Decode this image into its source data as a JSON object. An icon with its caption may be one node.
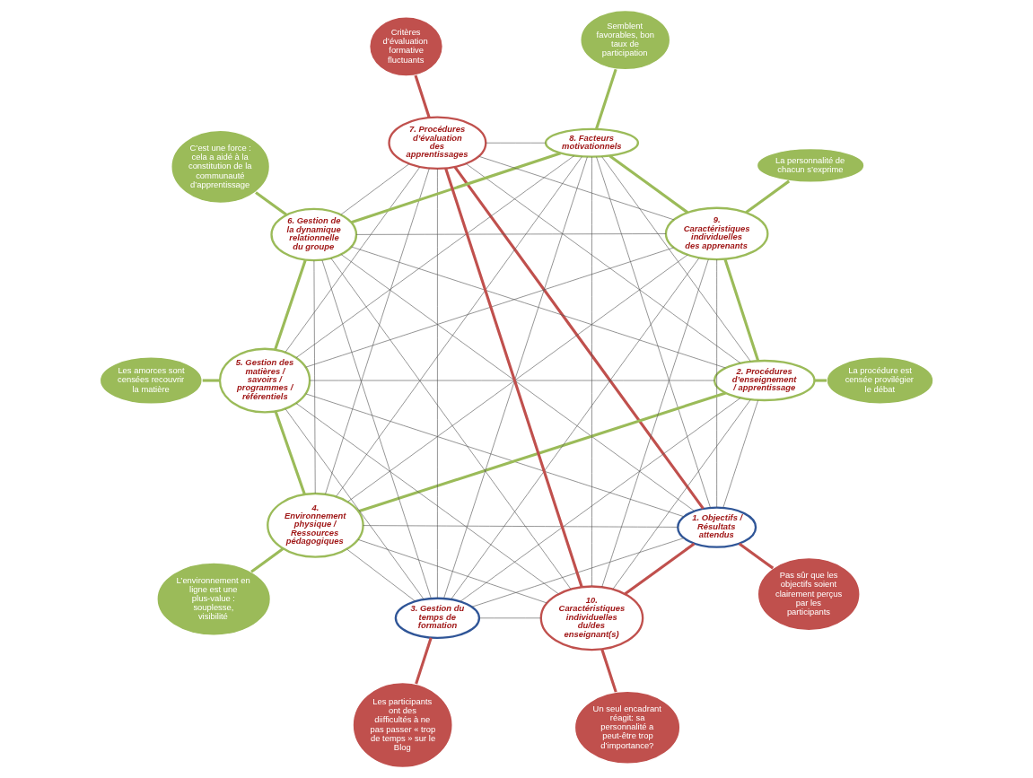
{
  "diagram": {
    "nodes": [
      {
        "text": [
          "1. Objectifs / Résultats attendus"
        ]
      },
      {
        "text": [
          "2. Procédures d’enseignement / apprentissage"
        ]
      },
      {
        "text": [
          "3. Gestion du temps de formation"
        ]
      },
      {
        "text": [
          "4. Environnement physique / Ressources pédagogiques"
        ]
      },
      {
        "text": [
          "5. Gestion des matières / savoirs / programmes / référentiels"
        ]
      },
      {
        "text": [
          "6. Gestion de la dynamique relationnelle du groupe"
        ]
      },
      {
        "text": [
          "7. Procédures d’évaluation des apprentissages"
        ]
      },
      {
        "text": [
          "8. Facteurs motivationnels"
        ]
      },
      {
        "text": [
          "9. Caractéristiques individuelles des apprenants"
        ]
      },
      {
        "text": [
          "10. Caractéristiques individuelles du/des enseignant(s)"
        ]
      },
      {
        "text": [
          "Un seul encadrant réagit: sa personnalité a peut-être trop d’importance?"
        ]
      },
      {
        "text": [
          "Pas sûr que les objectifs soient clairement perçus par les participants"
        ]
      },
      {
        "text": [
          "La procédure est censée provilégier le débat"
        ]
      },
      {
        "text": [
          "Les participants ont des diifficultés à ne pas passer « trop de temps » sur le Blog"
        ]
      },
      {
        "text": [
          "La personnalité de chacun s’exprime"
        ]
      },
      {
        "text": [
          "L’environnement en ligne est une plus-value : souplesse, visibilité"
        ]
      },
      {
        "text": [
          "Semblent favorables, bon taux de participation"
        ]
      },
      {
        "text": [
          "Les amorces sont censées recouvrir la matière"
        ]
      },
      {
        "text": [
          "Critères d’évaluation formative fluctuants"
        ]
      },
      {
        "text": [
          "C’est une force : cela a aidé à la constitution de la communauté d’apprentissage"
        ]
      }
    ],
    "edges": [
      {
        "from": 0,
        "to": 1,
        "arrow": "none"
      },
      {
        "from": 0,
        "to": 2,
        "arrow": "none"
      },
      {
        "from": 0,
        "to": 3,
        "arrow": "none"
      },
      {
        "from": 0,
        "to": 4,
        "arrow": "none"
      },
      {
        "from": 0,
        "to": 5,
        "arrow": "none"
      },
      {
        "from": 0,
        "to": 6,
        "arrow": "none",
        "style": "thick",
        "color": "#c0504d"
      },
      {
        "from": 0,
        "to": 7,
        "arrow": "none"
      },
      {
        "from": 0,
        "to": 8,
        "arrow": "none"
      },
      {
        "from": 0,
        "to": 9,
        "arrow": "none",
        "style": "thick",
        "color": "#c0504d"
      },
      {
        "from": 1,
        "to": 2,
        "arrow": "none"
      },
      {
        "from": 1,
        "to": 3,
        "arrow": "none",
        "style": "thick",
        "color": "#9bbb59"
      },
      {
        "from": 1,
        "to": 4,
        "arrow": "none"
      },
      {
        "from": 1,
        "to": 5,
        "arrow": "none"
      },
      {
        "from": 1,
        "to": 6,
        "arrow": "none"
      },
      {
        "from": 1,
        "to": 7,
        "arrow": "none"
      },
      {
        "from": 1,
        "to": 8,
        "arrow": "none",
        "style": "thick",
        "color": "#9bbb59"
      },
      {
        "from": 1,
        "to": 9,
        "arrow": "none"
      },
      {
        "from": 2,
        "to": 3,
        "arrow": "none"
      },
      {
        "from": 2,
        "to": 4,
        "arrow": "none"
      },
      {
        "from": 2,
        "to": 5,
        "arrow": "none"
      },
      {
        "from": 2,
        "to": 6,
        "arrow": "none"
      },
      {
        "from": 2,
        "to": 7,
        "arrow": "none"
      },
      {
        "from": 2,
        "to": 8,
        "arrow": "none"
      },
      {
        "from": 2,
        "to": 9,
        "arrow": "none"
      },
      {
        "from": 3,
        "to": 4,
        "arrow": "none",
        "style": "thick",
        "color": "#9bbb59"
      },
      {
        "from": 3,
        "to": 5,
        "arrow": "none"
      },
      {
        "from": 3,
        "to": 6,
        "arrow": "none"
      },
      {
        "from": 3,
        "to": 7,
        "arrow": "none"
      },
      {
        "from": 3,
        "to": 8,
        "arrow": "none"
      },
      {
        "from": 3,
        "to": 9,
        "arrow": "none"
      },
      {
        "from": 4,
        "to": 5,
        "arrow": "none",
        "style": "thick",
        "color": "#9bbb59"
      },
      {
        "from": 4,
        "to": 6,
        "arrow": "none"
      },
      {
        "from": 4,
        "to": 7,
        "arrow": "none"
      },
      {
        "from": 4,
        "to": 8,
        "arrow": "none"
      },
      {
        "from": 4,
        "to": 9,
        "arrow": "none"
      },
      {
        "from": 5,
        "to": 6,
        "arrow": "none"
      },
      {
        "from": 5,
        "to": 7,
        "arrow": "none",
        "style": "thick",
        "color": "#9bbb59"
      },
      {
        "from": 5,
        "to": 8,
        "arrow": "none"
      },
      {
        "from": 5,
        "to": 9,
        "arrow": "none"
      },
      {
        "from": 6,
        "to": 7,
        "arrow": "none"
      },
      {
        "from": 6,
        "to": 8,
        "arrow": "none"
      },
      {
        "from": 6,
        "to": 9,
        "arrow": "none",
        "style": "thick",
        "color": "#c0504d"
      },
      {
        "from": 7,
        "to": 8,
        "arrow": "none",
        "style": "thick",
        "color": "#9bbb59"
      },
      {
        "from": 7,
        "to": 9,
        "arrow": "none"
      },
      {
        "from": 8,
        "to": 9,
        "arrow": "none"
      },
      {
        "from": 10,
        "to": 9,
        "arrow": "none",
        "style": "thick",
        "color": "#c0504d"
      },
      {
        "from": 11,
        "to": 0,
        "arrow": "none",
        "style": "thick",
        "color": "#c0504d"
      },
      {
        "from": 12,
        "to": 1,
        "arrow": "none",
        "style": "thick",
        "color": "#9bbb59"
      },
      {
        "from": 13,
        "to": 2,
        "arrow": "none",
        "style": "thick",
        "color": "#c0504d"
      },
      {
        "from": 14,
        "to": 8,
        "arrow": "none",
        "style": "thick",
        "color": "#9bbb59"
      },
      {
        "from": 15,
        "to": 3,
        "arrow": "none",
        "style": "thick",
        "color": "#9bbb59"
      },
      {
        "from": 16,
        "to": 7,
        "arrow": "none",
        "style": "thick",
        "color": "#9bbb59"
      },
      {
        "from": 17,
        "to": 4,
        "arrow": "none",
        "style": "thick",
        "color": "#9bbb59"
      },
      {
        "from": 18,
        "to": 6,
        "arrow": "none",
        "style": "thick",
        "color": "#c0504d"
      },
      {
        "from": 19,
        "to": 5,
        "arrow": "none",
        "style": "thick",
        "color": "#9bbb59"
      }
    ]
  }
}
